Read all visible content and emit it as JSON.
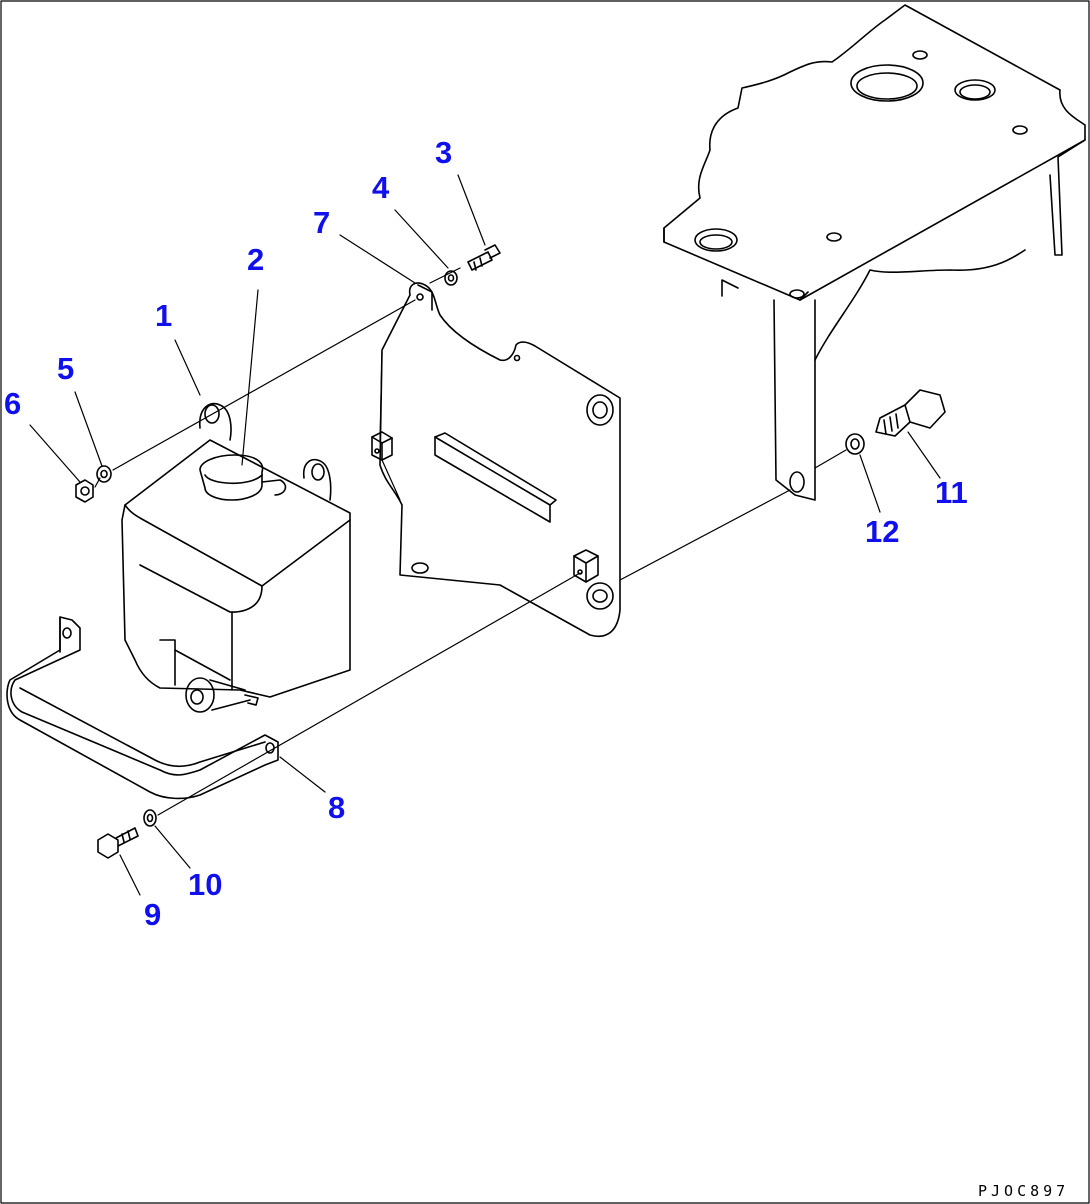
{
  "diagram": {
    "drawing_code": "PJOC897",
    "callout_color": "#1010ee",
    "line_color": "#000000",
    "callouts": [
      {
        "id": "1",
        "label": "1"
      },
      {
        "id": "2",
        "label": "2"
      },
      {
        "id": "3",
        "label": "3"
      },
      {
        "id": "4",
        "label": "4"
      },
      {
        "id": "5",
        "label": "5"
      },
      {
        "id": "6",
        "label": "6"
      },
      {
        "id": "7",
        "label": "7"
      },
      {
        "id": "8",
        "label": "8"
      },
      {
        "id": "9",
        "label": "9"
      },
      {
        "id": "10",
        "label": "10"
      },
      {
        "id": "11",
        "label": "11"
      },
      {
        "id": "12",
        "label": "12"
      }
    ]
  }
}
